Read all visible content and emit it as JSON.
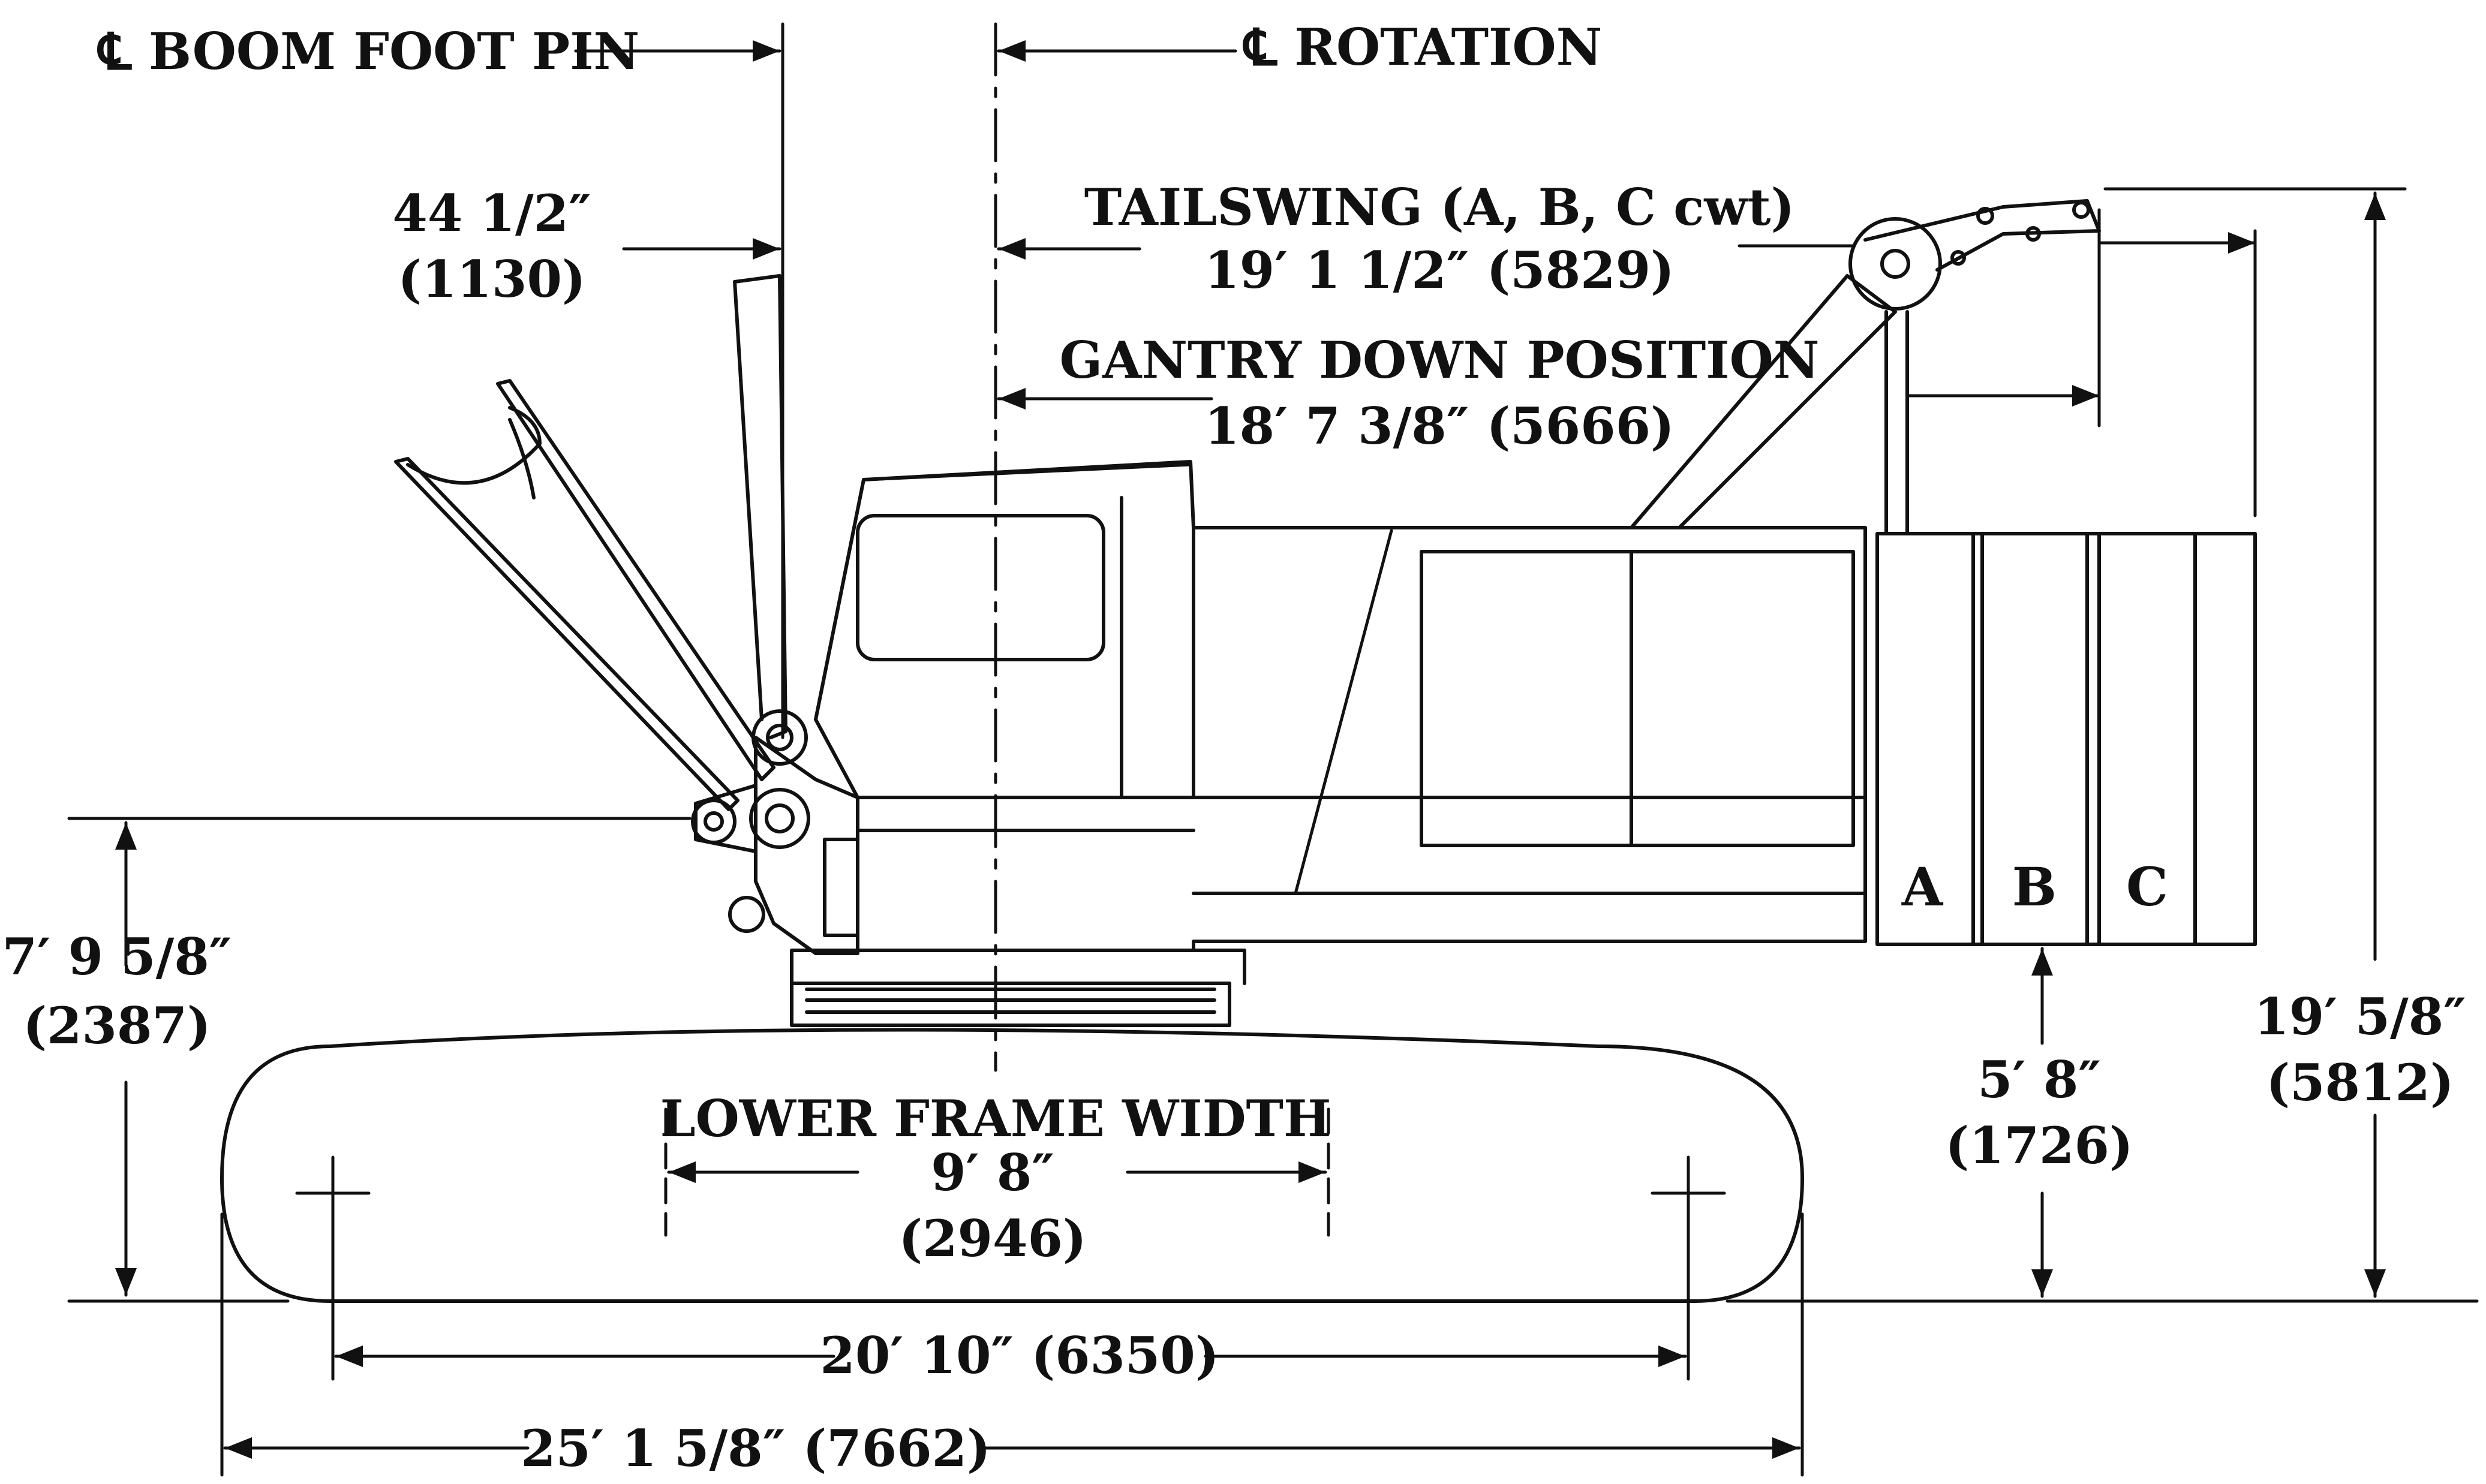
{
  "labels": {
    "boom_foot_pin": "℄ BOOM FOOT PIN",
    "rotation": "℄ ROTATION",
    "offset_in": "44 1/2″",
    "offset_mm": "(1130)",
    "tailswing_title": "TAILSWING (A, B, C cwt)",
    "tailswing_value": "19′ 1 1/2″ (5829)",
    "gantry_title": "GANTRY DOWN POSITION",
    "gantry_value": "18′ 7 3/8″ (5666)",
    "left_height_in": "7′ 9 5/8″",
    "left_height_mm": "(2387)",
    "overall_height_in": "19′ 5/8″",
    "overall_height_mm": "(5812)",
    "cwt_clearance_in": "5′ 8″",
    "cwt_clearance_mm": "(1726)",
    "lower_frame_title": "LOWER FRAME WIDTH",
    "lower_frame_in": "9′ 8″",
    "lower_frame_mm": "(2946)",
    "tumbler_centers": "20′ 10″ (6350)",
    "overall_length": "25′ 1 5/8″ (7662)",
    "cwt_a": "A",
    "cwt_b": "B",
    "cwt_c": "C"
  },
  "colors": {
    "ink": "#111111",
    "paper": "#ffffff"
  }
}
